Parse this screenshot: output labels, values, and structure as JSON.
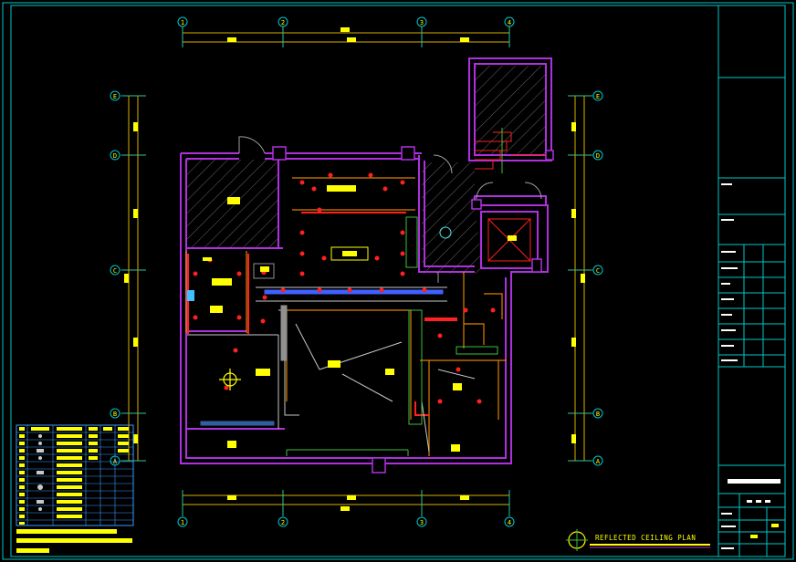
{
  "drawing": {
    "title": "REFLECTED CEILING PLAN"
  },
  "grid": {
    "columns": [
      "1",
      "2",
      "3",
      "4"
    ],
    "rows": [
      "A",
      "B",
      "C",
      "D",
      "E"
    ]
  },
  "colors": {
    "background": "#000000",
    "frame": "#00c8c8",
    "wall": "#b030e0",
    "dimension": "#d8b000",
    "text": "#ffff00",
    "fixture": "#ff2020",
    "orange": "#e08000",
    "white": "#ffffff",
    "grey": "#909090",
    "green": "#3cc03c",
    "blue": "#3060ff"
  }
}
